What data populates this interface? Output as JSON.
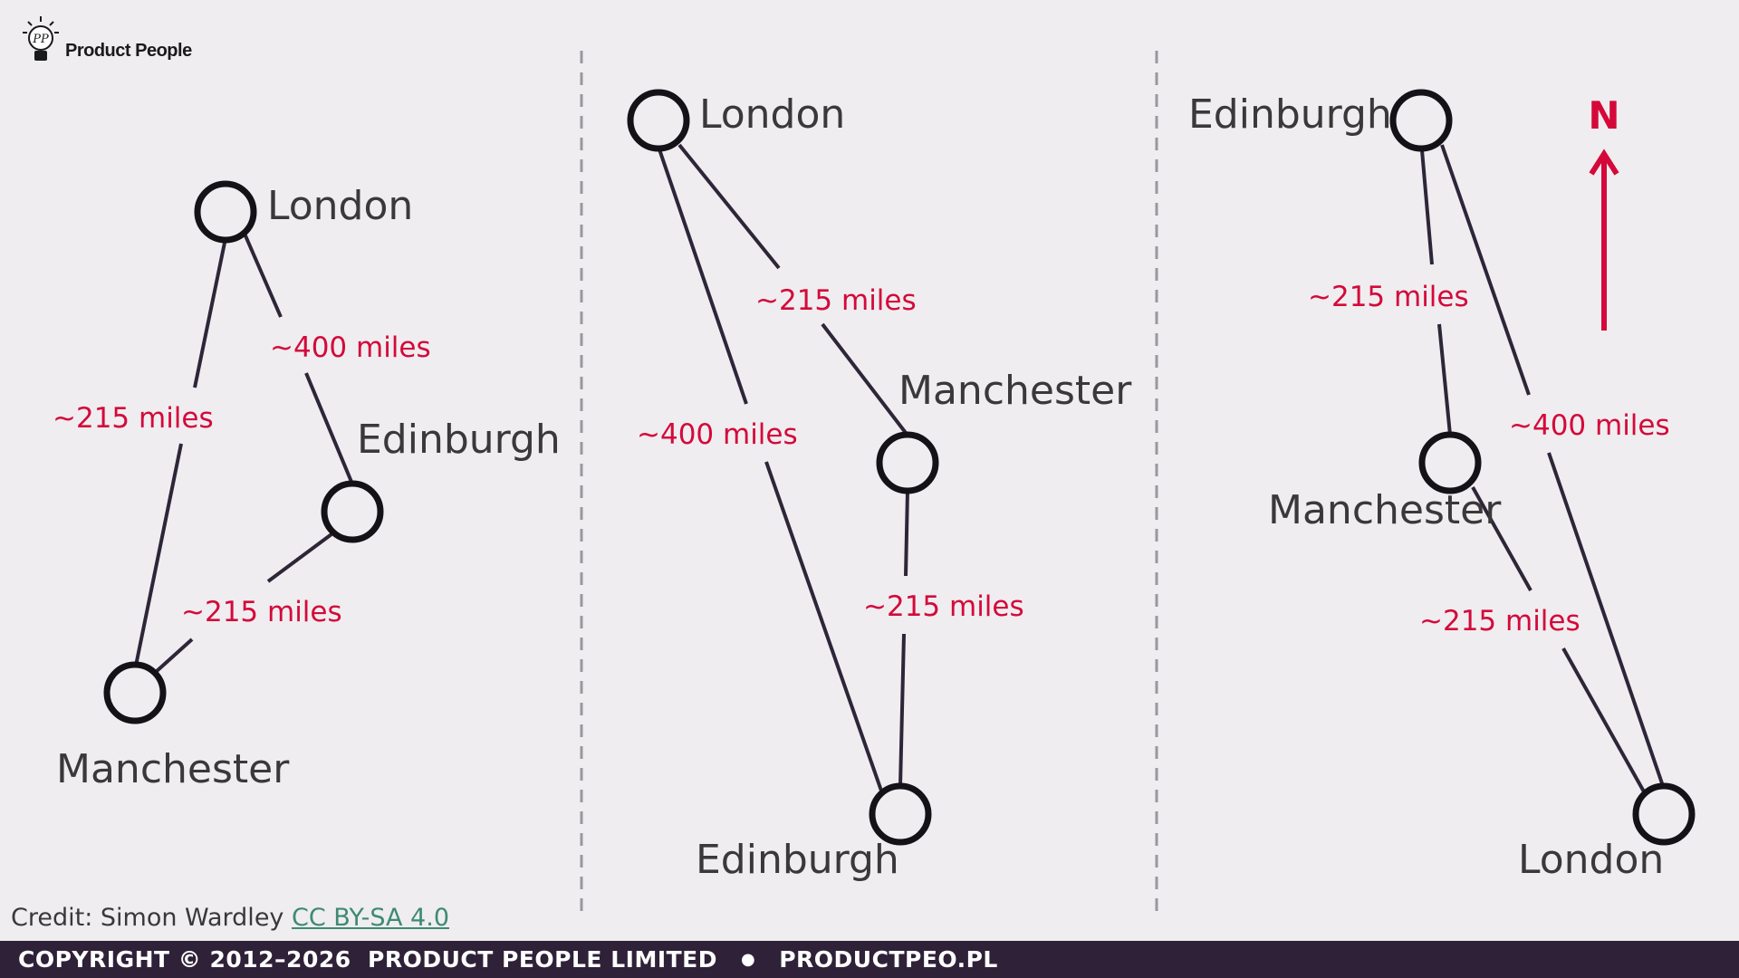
{
  "logo": {
    "text": "Product People",
    "monogram": "PP",
    "icon": "lightbulb-icon"
  },
  "panels": [
    {
      "cities": {
        "a": "London",
        "b": "Edinburgh",
        "c": "Manchester"
      },
      "distances": {
        "london_manchester": "~215 miles",
        "london_edinburgh": "~400 miles",
        "manchester_edinburgh": "~215 miles"
      }
    },
    {
      "cities": {
        "a": "London",
        "b": "Manchester",
        "c": "Edinburgh"
      },
      "distances": {
        "london_manchester": "~215 miles",
        "london_edinburgh": "~400 miles",
        "manchester_edinburgh": "~215 miles"
      }
    },
    {
      "cities": {
        "a": "Edinburgh",
        "b": "Manchester",
        "c": "London"
      },
      "distances": {
        "edinburgh_manchester": "~215 miles",
        "edinburgh_london": "~400 miles",
        "manchester_london": "~215 miles"
      },
      "compass": "N"
    }
  ],
  "credit": {
    "prefix": "Credit: Simon Wardley ",
    "license": "CC BY-SA 4.0"
  },
  "footer": {
    "copyright": "COPYRIGHT © 2012–2026  PRODUCT PEOPLE LIMITED",
    "separator": "●",
    "site": "PRODUCTPEO.PL"
  },
  "colors": {
    "accent": "#d4093a",
    "footer_bg": "#2f2138",
    "background": "#efedf0",
    "link": "#3e8a72"
  }
}
